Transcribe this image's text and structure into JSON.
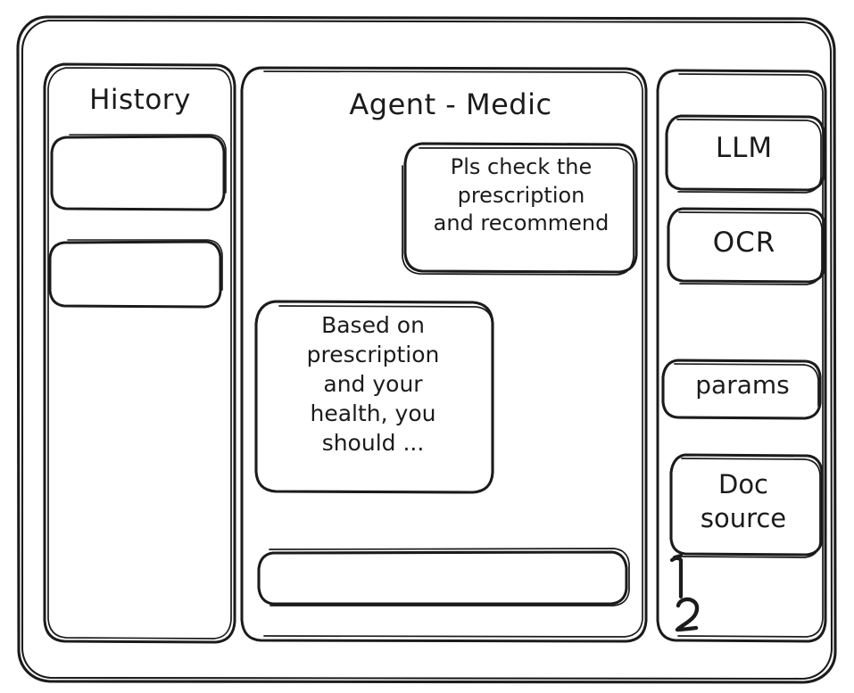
{
  "window": {
    "name": "agent-medic-wireframe",
    "stroke_color": "#1b1b1b",
    "background_color": "#ffffff"
  },
  "sidebar_left": {
    "title": "History",
    "items": [
      {
        "label": ""
      },
      {
        "label": ""
      }
    ]
  },
  "main": {
    "title": "Agent - Medic",
    "messages": [
      {
        "role": "user",
        "text": "Pls check the\nprescription\nand recommend"
      },
      {
        "role": "agent",
        "text": "Based on\nprescription\nand your\nhealth, you\nshould ..."
      }
    ],
    "composer": {
      "value": "",
      "placeholder": ""
    }
  },
  "sidebar_right": {
    "buttons": [
      {
        "label": "LLM"
      },
      {
        "label": "OCR"
      },
      {
        "label": "params"
      },
      {
        "label": "Doc\nsource"
      }
    ],
    "doc_sources": [
      {
        "index": "1"
      },
      {
        "index": "2"
      }
    ]
  }
}
